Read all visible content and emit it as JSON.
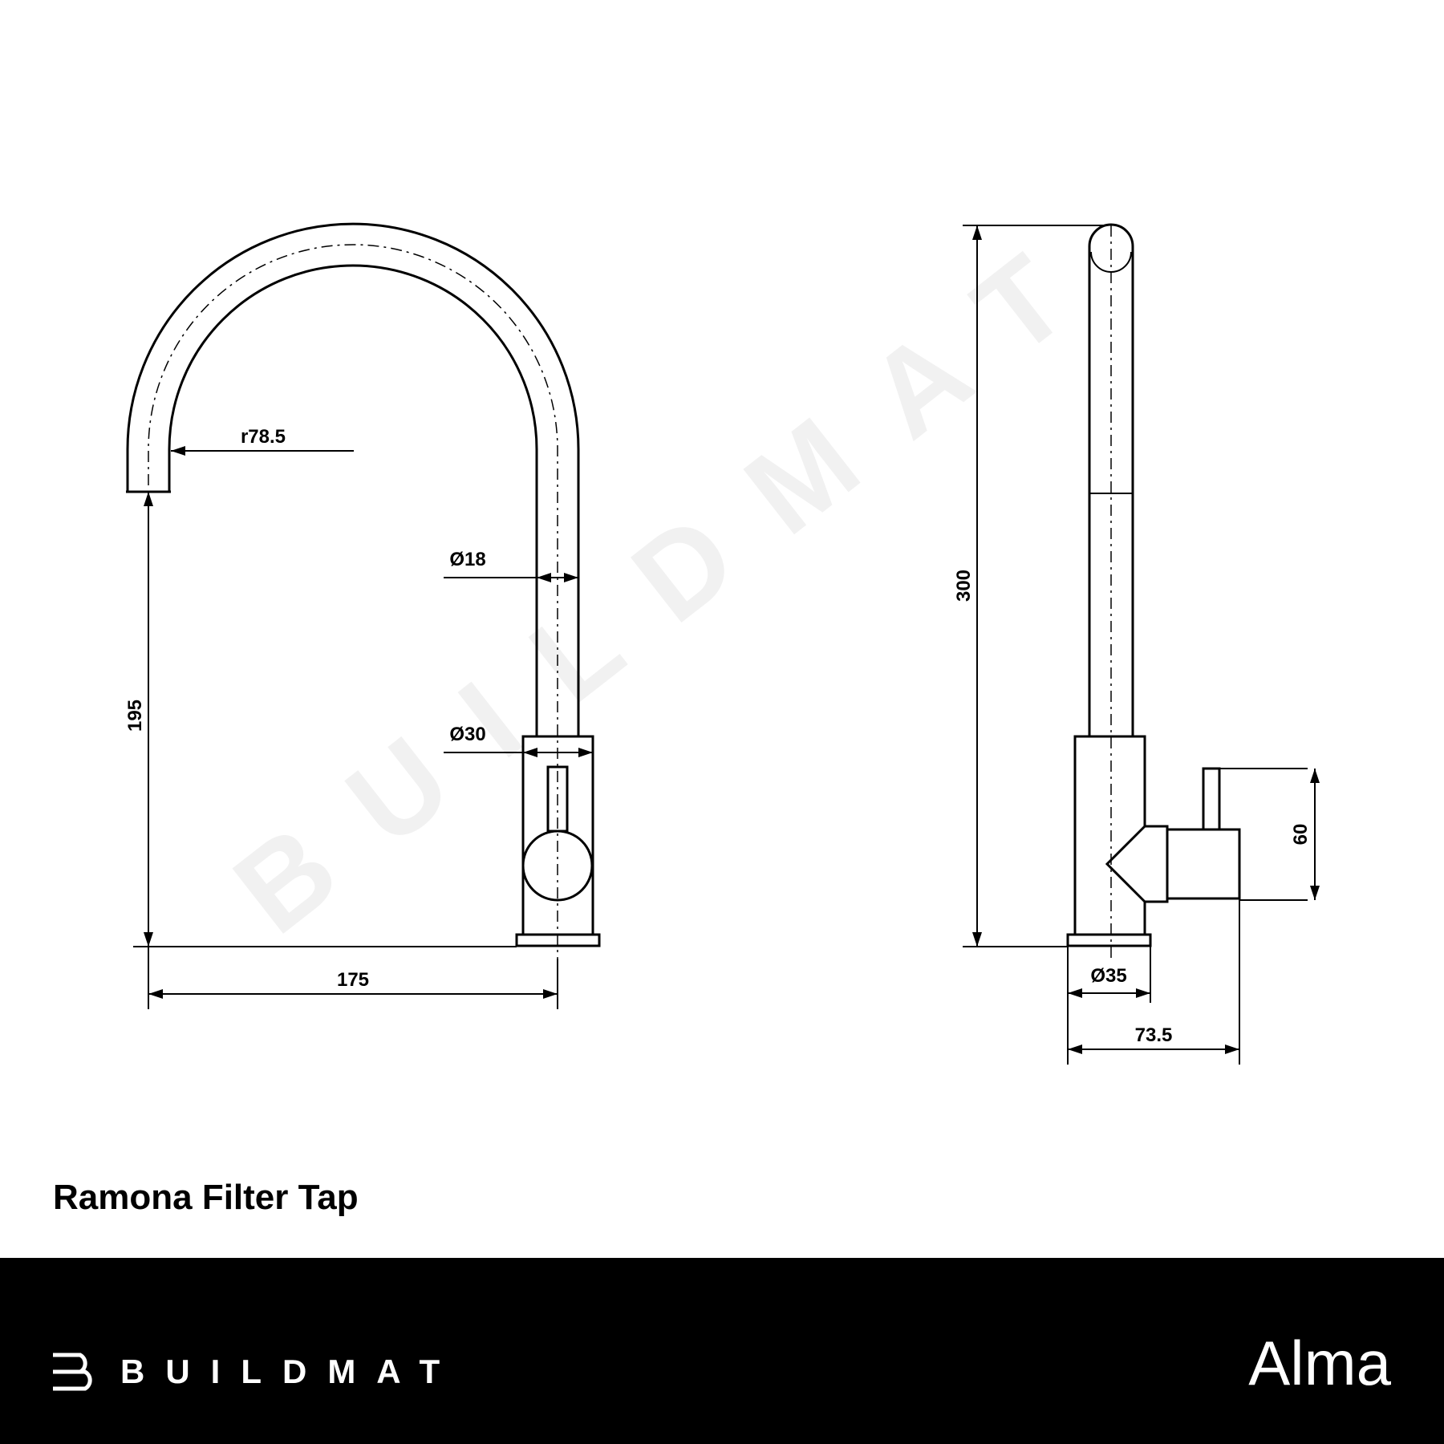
{
  "watermark": "BUILDMAT",
  "dimensions": {
    "radius": "r78.5",
    "spout_diameter": "Ø18",
    "body_diameter": "Ø30",
    "spout_height": "195",
    "reach": "175",
    "total_height": "300",
    "base_diameter": "Ø35",
    "handle_height": "60",
    "depth": "73.5"
  },
  "product": {
    "title": "Ramona Filter Tap"
  },
  "footer": {
    "brand": "BUILDMAT",
    "partner": "Alma"
  },
  "colors": {
    "background": "#ffffff",
    "footer": "#000000",
    "line": "#000000"
  }
}
